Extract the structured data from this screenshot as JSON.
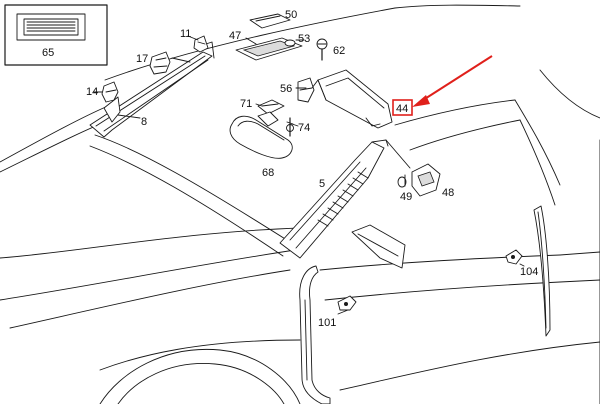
{
  "labels": {
    "inset": "65",
    "p50": "50",
    "p11": "11",
    "p47": "47",
    "p53": "53",
    "p17": "17",
    "p62": "62",
    "p14": "14",
    "p56": "56",
    "p44": "44",
    "p71": "71",
    "p8": "8",
    "p74": "74",
    "p68": "68",
    "p5": "5",
    "p48": "48",
    "p49": "49",
    "p104": "104",
    "p101": "101"
  },
  "colors": {
    "highlight": "#e0201b",
    "line": "#1a1a1a"
  }
}
